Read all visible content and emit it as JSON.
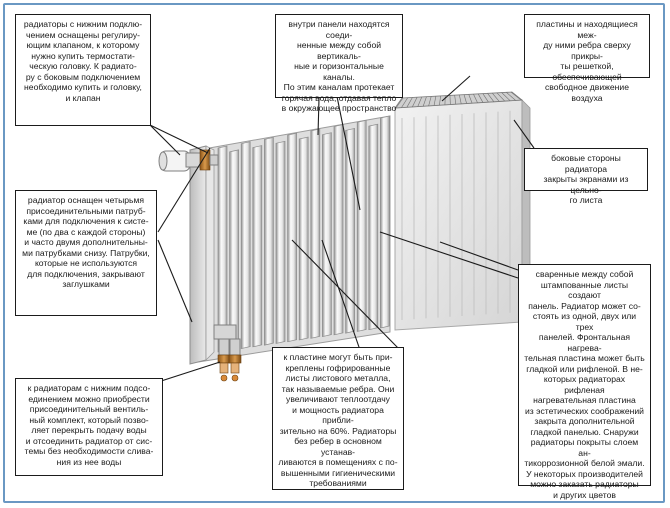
{
  "colors": {
    "frame": "#6a98c3",
    "panel": "#dcdcdc",
    "fin_light": "#f7f7f7",
    "fin_shadow": "#9a9a9a",
    "pipe": "#d0d0d0",
    "valve_brass": "#b9772c",
    "leader": "#1b1b1b"
  },
  "icons": {
    "radiator": "radiator-illustration",
    "valve": "thermostatic-valve-icon",
    "connector": "bottom-connector-icon"
  },
  "annotations": {
    "valve_head": "радиаторы с нижним подклю-\nчением оснащены регулиру-\nющим клапаном, к которому\nнужно купить термостати-\nческую головку. К радиато-\nру с боковым подключением\nнеобходимо купить и головку,\nи клапан",
    "inner_channels": "внутри панели находятся соеди-\nненные между собой вертикаль-\nные и горизонтальные каналы.\nПо этим каналам протекает\nгорячая вода, отдавая тепло\nв окружающее пространство",
    "top_grille": "пластины и находящиеся меж-\nду ними ребра сверху прикры-\nты решеткой, обеспечивающей\nсвободное движение воздуха",
    "side_covers": "боковые стороны радиатора\nзакрыты экранами из цельно-\nго листа",
    "connection_pipes": "радиатор оснащен четырьмя\nприсоединительными патруб-\nками для подключения к систе-\nме (по два с каждой стороны)\nи часто двумя дополнительны-\nми патрубками снизу. Патрубки,\nкоторые не используются\nдля подключения, закрывают\nзаглушками",
    "welded_sheets": "сваренные между собой\nштампованные листы создают\nпанель. Радиатор может со-\nстоять из одной, двух или трех\nпанелей. Фронтальная нагрева-\nтельная пластина может быть\nгладкой или рифленой. В не-\nкоторых радиаторах рифленая\nнагревательная пластина\nиз эстетических соображений\nзакрыта дополнительной\nгладкой панелью. Снаружи\nрадиаторы покрыты слоем ан-\nтикоррозионной белой эмали.\nУ некоторых производителей\nможно заказать радиаторы\nи других цветов",
    "fins": "к пластине могут быть при-\nкреплены гофрированные\nлисты листового металла,\nтак называемые ребра. Они\nувеличивают теплоотдачу\nи мощность радиатора прибли-\nзительно на 60%. Радиаторы\nбез ребер в основном устанав-\nливаются в помещениях с по-\nвышенными гигиеническими\nтребованиями",
    "bottom_kit": "к радиаторам с нижним подсо-\nединением можно приобрести\nприсоединительный вентиль-\nный комплект, который позво-\nляет перекрыть подачу воды\nи отсоединить радиатор от сис-\nтемы без необходимости слива-\nния из нее воды"
  }
}
